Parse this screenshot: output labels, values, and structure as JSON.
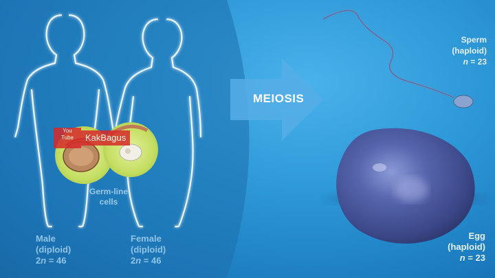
{
  "process_label": "MEIOSIS",
  "germ_line": {
    "line1": "Germ-line",
    "line2": "cells"
  },
  "male": {
    "line1": "Male",
    "line2": "(diploid)",
    "n_prefix": "2",
    "n_var": "n",
    "n_suffix": " = 46"
  },
  "female": {
    "line1": "Female",
    "line2": "(diploid)",
    "n_prefix": "2",
    "n_var": "n",
    "n_suffix": " = 46"
  },
  "sperm": {
    "line1": "Sperm",
    "line2": "(haploid)",
    "n_var": "n",
    "n_suffix": " = 23"
  },
  "egg": {
    "line1": "Egg",
    "line2": "(haploid)",
    "n_var": "n",
    "n_suffix": " = 23"
  },
  "watermark": {
    "logo_line1": "You",
    "logo_line2": "Tube",
    "text": "KakBagus"
  },
  "colors": {
    "background": "#2d98d7",
    "outline_glow": "#e8f6ff",
    "gonad_fill": "#c9e36a",
    "egg": "#4a5aa0",
    "sperm": "#6a8fc4",
    "arrow": "#56aee6",
    "watermark": "#d72a2a"
  }
}
